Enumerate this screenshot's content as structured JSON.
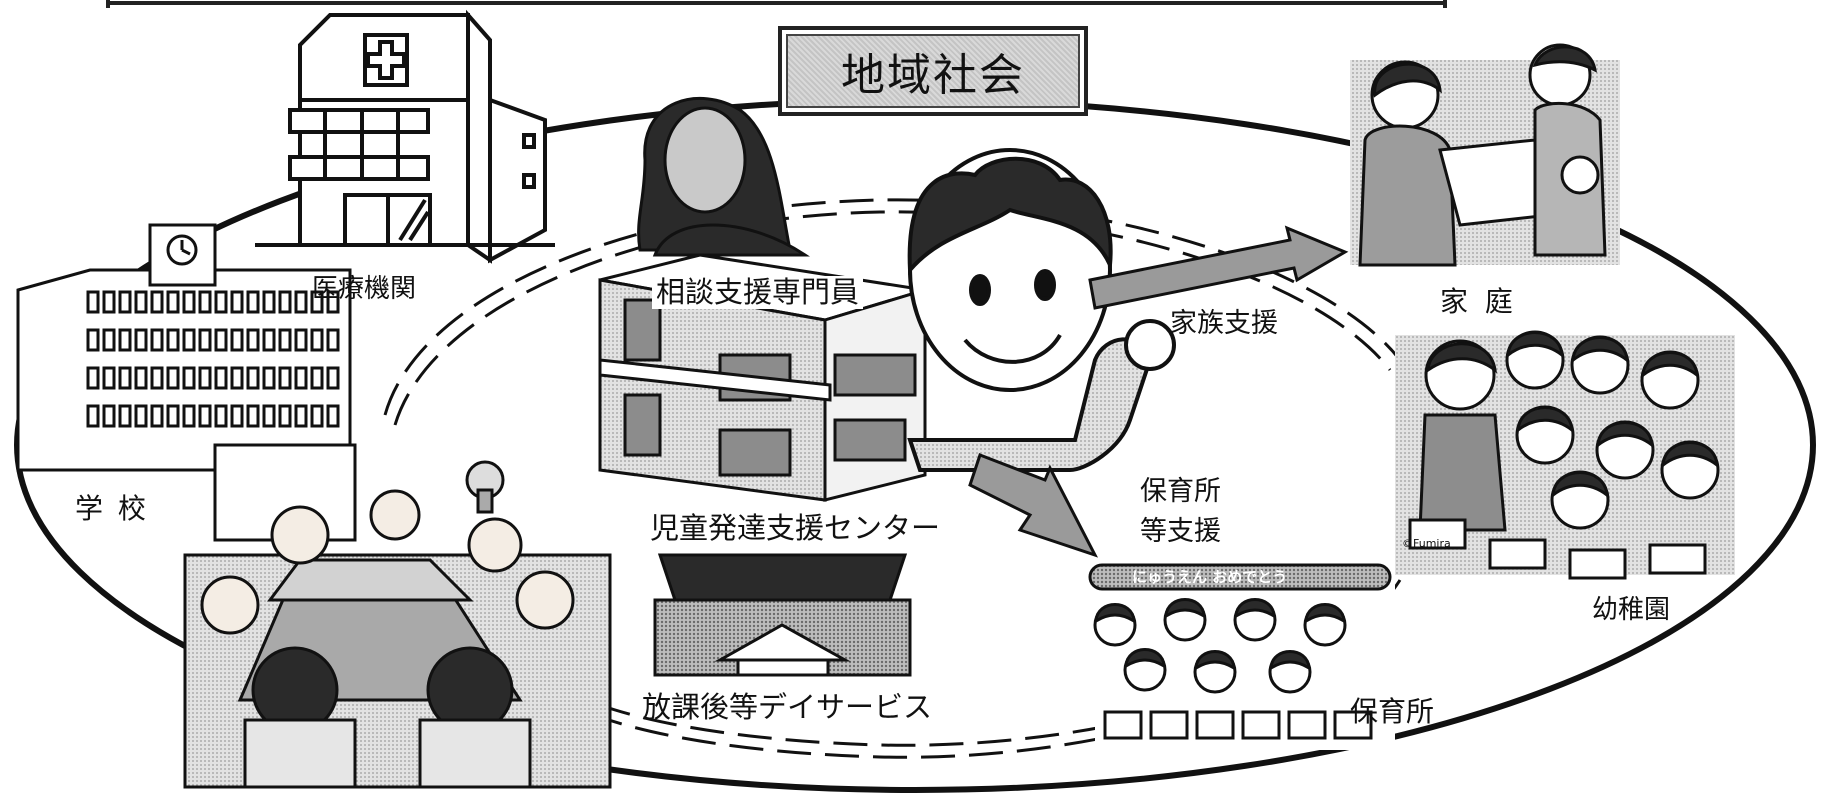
{
  "title": "地域社会",
  "labels": {
    "medical": "医療機関",
    "school": "学 校",
    "consultant": "相談支援専門員",
    "center": "児童発達支援センター",
    "afterschool": "放課後等デイサービス",
    "family_support": "家族支援",
    "nursery_support_line1": "保育所",
    "nursery_support_line2": "等支援",
    "home": "家 庭",
    "kindergarten": "幼稚園",
    "nursery": "保育所",
    "banner": "にゅうえん おめでとう",
    "fumira_mark": "©Fumira"
  },
  "colors": {
    "ink": "#111111",
    "arrow_fill": "#9a9a9a",
    "screen_tone": "#cfcfcf",
    "skin": "#f4ede4",
    "hair": "#2a2a2a"
  },
  "icons": {
    "hospital": "hospital-building-icon",
    "school": "school-building-icon",
    "meeting": "meeting-table-icon",
    "consultant": "woman-portrait-icon",
    "center_building": "center-building-icon",
    "boy": "smiling-boy-icon",
    "afterschool_house": "japanese-house-icon",
    "family": "mother-child-icon",
    "kindergarten_kids": "kindergarten-children-icon",
    "nursery_kids": "nursery-children-icon"
  }
}
